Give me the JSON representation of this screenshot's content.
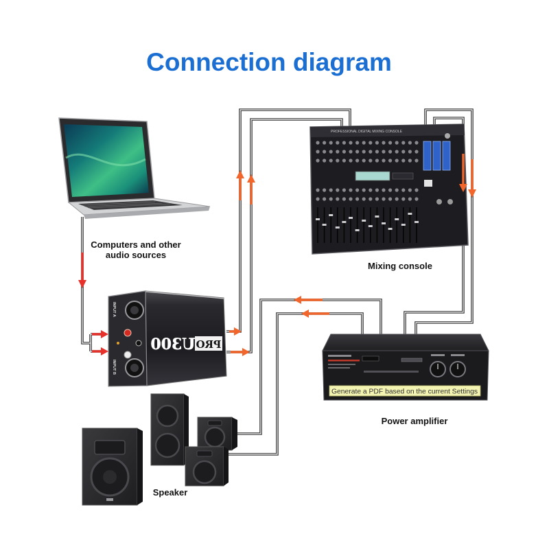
{
  "title": "Connection diagram",
  "labels": {
    "computer_line1": "Computers and other",
    "computer_line2": "audio sources",
    "mixer": "Mixing console",
    "amplifier": "Power amplifier",
    "speaker": "Speaker"
  },
  "device": {
    "brand": "PRO",
    "model": "U300",
    "input_a": "INPUT A",
    "input_b": "INPUT B"
  },
  "mixer": {
    "header": "PROFESSIONAL DIGITAL MIXING CONSOLE"
  },
  "tooltip": "Generate a PDF based on the current Settings",
  "colors": {
    "title": "#1b6fd2",
    "wire": "#333333",
    "arrow_red": "#e8312a",
    "arrow_orange": "#f2652b",
    "tooltip_bg": "#f3f3b2"
  }
}
